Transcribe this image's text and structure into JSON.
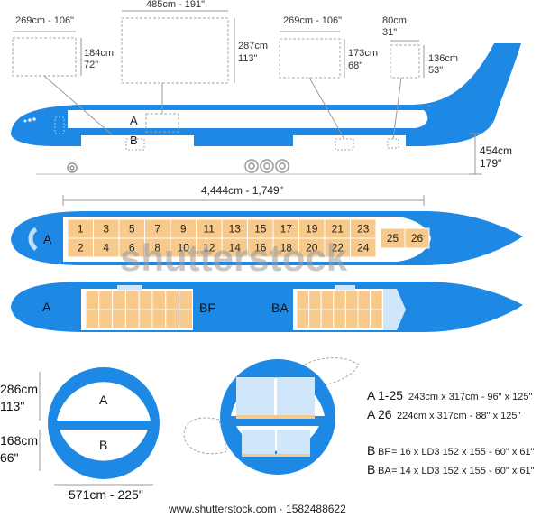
{
  "colors": {
    "fuselage": "#1e88e5",
    "cargo": "#f7c98b",
    "window": "#e3f0fb"
  },
  "top_view": {
    "dims": {
      "nose_box_w": "269cm - 106\"",
      "nose_box_h1": "184cm",
      "nose_box_h2": "72\"",
      "main_box_w": "485cm - 191\"",
      "main_box_h1": "287cm",
      "main_box_h2": "113\"",
      "side_box_w": "269cm - 106\"",
      "side_box_h1": "173cm",
      "side_box_h2": "68\"",
      "bulk_box_w1": "80cm",
      "bulk_box_w2": "31\"",
      "bulk_box_h1": "136cm",
      "bulk_box_h2": "53\"",
      "height1": "454cm",
      "height2": "179\""
    },
    "deck_upper": "A",
    "deck_lower": "B"
  },
  "main_deck": {
    "length": "4,444cm - 1,749\"",
    "label": "A",
    "top_row": [
      "1",
      "3",
      "5",
      "7",
      "9",
      "11",
      "13",
      "15",
      "17",
      "19",
      "21",
      "23"
    ],
    "bottom_row": [
      "2",
      "4",
      "6",
      "8",
      "10",
      "12",
      "14",
      "16",
      "18",
      "20",
      "22",
      "24"
    ],
    "tail_slots": [
      "25",
      "26"
    ]
  },
  "lower_deck": {
    "label_a": "A",
    "label_bf": "BF",
    "label_ba": "BA"
  },
  "cross_section": {
    "upper_label": "A",
    "lower_label": "B",
    "upper_h1": "286cm",
    "upper_h2": "113\"",
    "lower_h1": "168cm",
    "lower_h2": "66\"",
    "width": "571cm - 225\""
  },
  "specs": [
    {
      "key": "A",
      "range": "1-25",
      "text": "243cm x 317cm - 96\" x 125\""
    },
    {
      "key": "A",
      "range": "26",
      "text": "224cm x 317cm - 88\" x 125\""
    },
    {
      "key": "B",
      "range": "BF",
      "text": "= 16 x LD3 152 x 155 - 60\" x 61\""
    },
    {
      "key": "B",
      "range": "BA",
      "text": "= 14 x LD3 152 x 155 - 60\" x 61\""
    }
  ],
  "watermark": "shutterstock",
  "footer": "www.shutterstock.com · 1582488622"
}
